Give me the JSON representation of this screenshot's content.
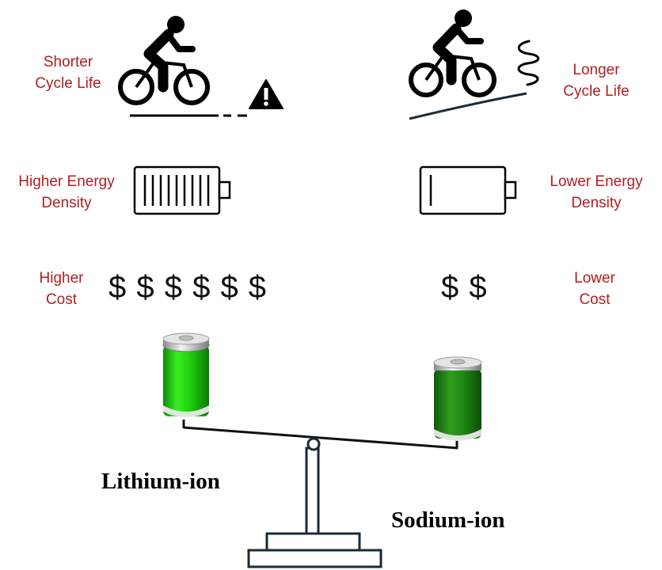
{
  "left": {
    "cycle_life": [
      "Shorter",
      "Cycle Life"
    ],
    "energy_density": [
      "Higher Energy",
      "Density"
    ],
    "cost": [
      "Higher",
      "Cost"
    ],
    "cost_symbols": "$ $ $ $ $ $",
    "chemistry": "Lithium-ion"
  },
  "right": {
    "cycle_life": [
      "Longer",
      "Cycle Life"
    ],
    "energy_density": [
      "Lower Energy",
      "Density"
    ],
    "cost": [
      "Lower",
      "Cost"
    ],
    "cost_symbols": "$ $",
    "chemistry": "Sodium-ion"
  },
  "icons": {
    "left_cyclist": "cyclist-icon",
    "warning": "warning-triangle-icon",
    "right_cyclist": "cyclist-uphill-icon",
    "spring": "spring-icon",
    "left_battery": "battery-full-icon",
    "right_battery": "battery-low-icon",
    "left_cell": "bright-green-battery-cell-icon",
    "right_cell": "dark-green-battery-cell-icon",
    "scale": "balance-scale-icon"
  },
  "colors": {
    "label_red": "#b01e1e",
    "line_dark": "#1a2a3a",
    "lithium_green": "#22d40f",
    "sodium_green": "#1f8a12"
  }
}
